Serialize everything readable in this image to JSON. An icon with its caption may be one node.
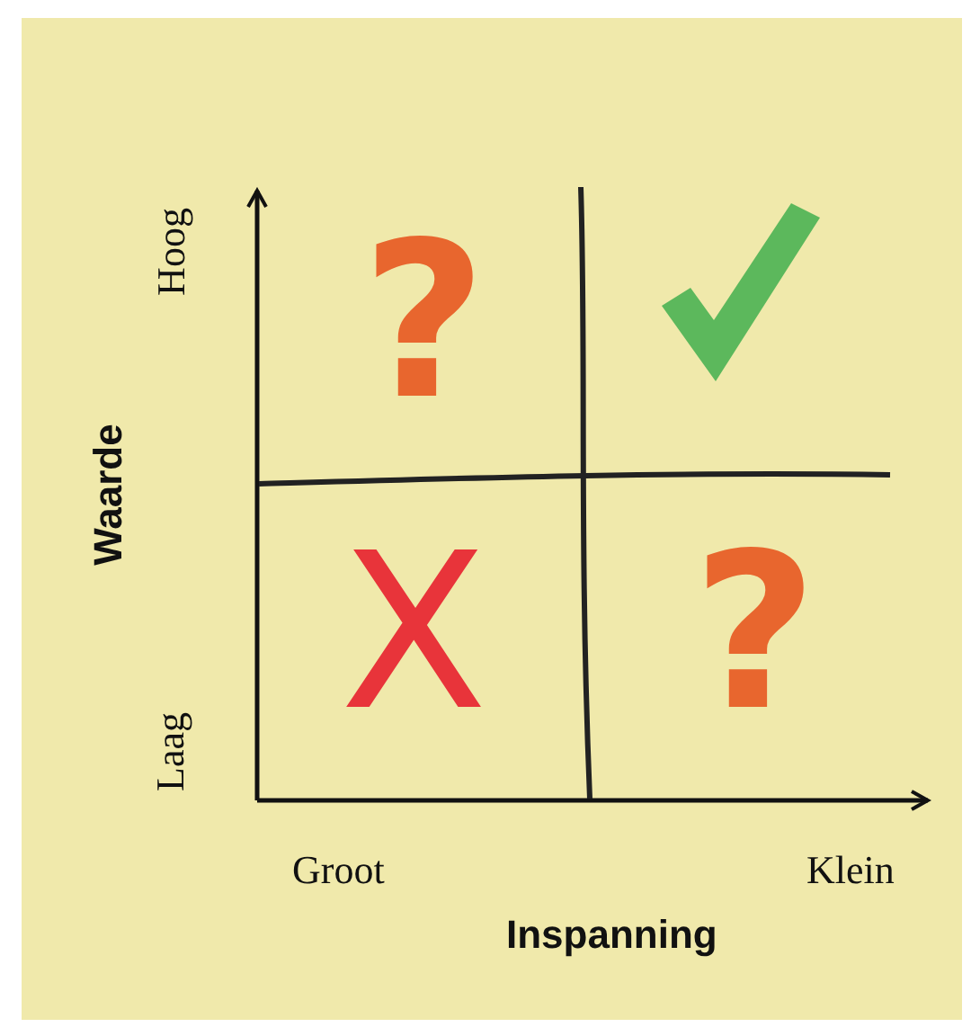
{
  "diagram": {
    "labels": [
      "Hoog",
      "?",
      "Waarde",
      "X",
      "?",
      "Laag",
      "Groot",
      "Klein",
      "Inspanning"
    ]
  }
}
